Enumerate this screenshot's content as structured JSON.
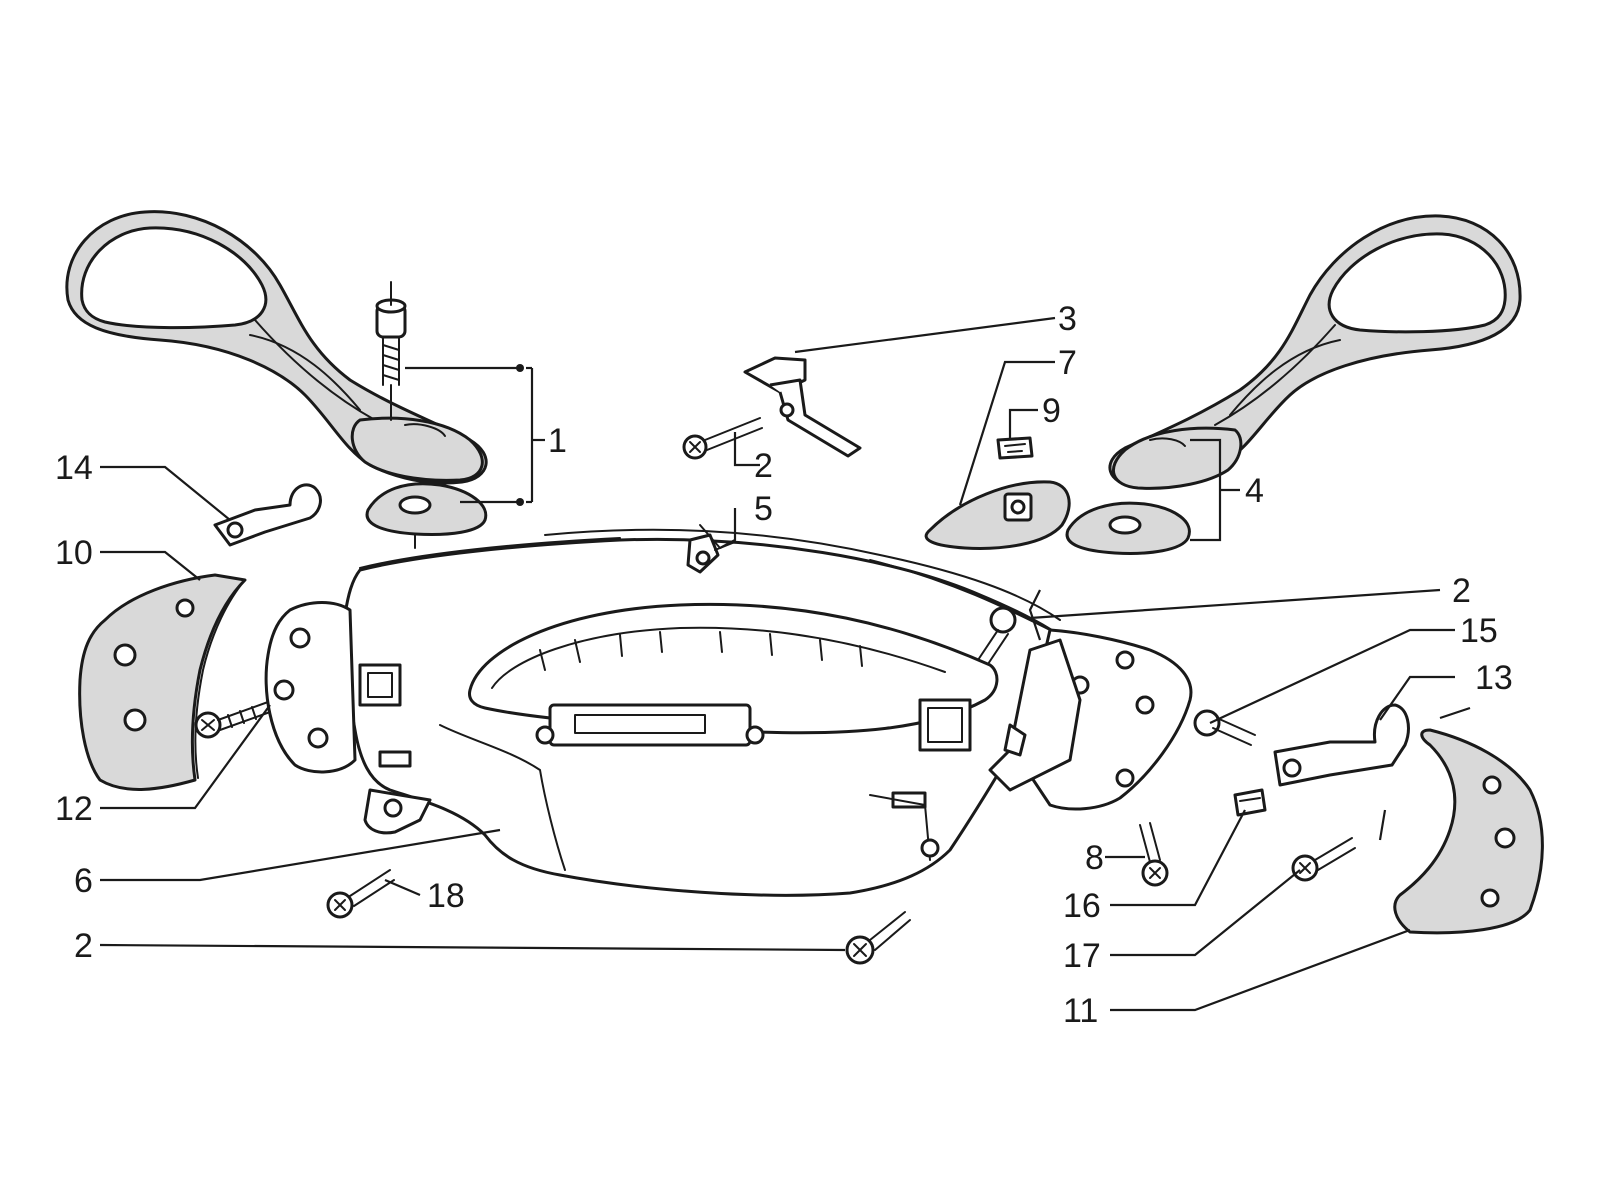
{
  "callouts": [
    {
      "id": "c1",
      "label": "1"
    },
    {
      "id": "c2a",
      "label": "2"
    },
    {
      "id": "c2b",
      "label": "2"
    },
    {
      "id": "c2c",
      "label": "2"
    },
    {
      "id": "c3",
      "label": "3"
    },
    {
      "id": "c4",
      "label": "4"
    },
    {
      "id": "c5",
      "label": "5"
    },
    {
      "id": "c6",
      "label": "6"
    },
    {
      "id": "c7",
      "label": "7"
    },
    {
      "id": "c8",
      "label": "8"
    },
    {
      "id": "c9",
      "label": "9"
    },
    {
      "id": "c10",
      "label": "10"
    },
    {
      "id": "c11",
      "label": "11"
    },
    {
      "id": "c12",
      "label": "12"
    },
    {
      "id": "c13",
      "label": "13"
    },
    {
      "id": "c14",
      "label": "14"
    },
    {
      "id": "c15",
      "label": "15"
    },
    {
      "id": "c16",
      "label": "16"
    },
    {
      "id": "c17",
      "label": "17"
    },
    {
      "id": "c18",
      "label": "18"
    }
  ]
}
